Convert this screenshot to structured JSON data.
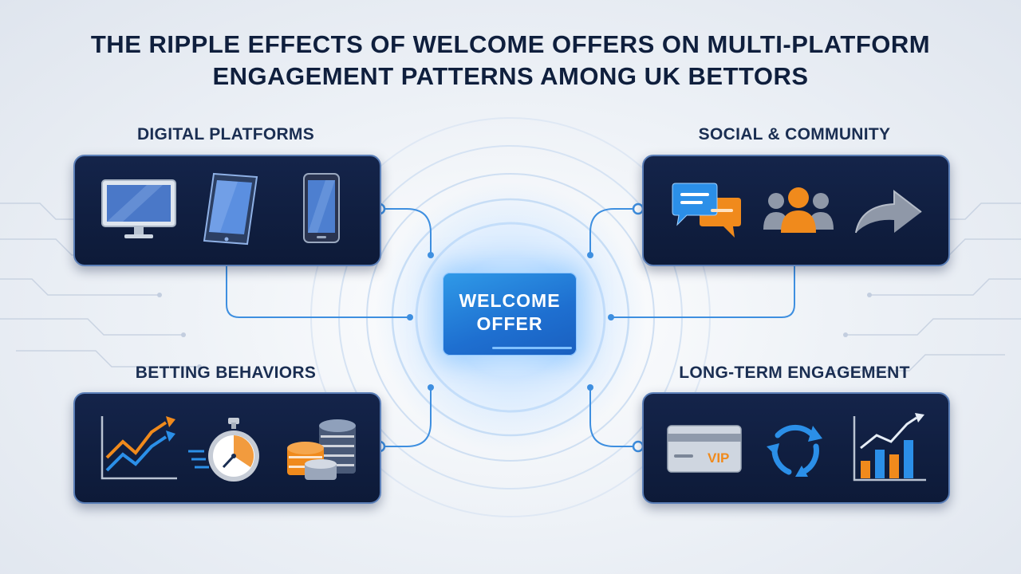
{
  "title": {
    "line1": "THE RIPPLE EFFECTS OF WELCOME OFFERS ON MULTI-PLATFORM",
    "line2": "ENGAGEMENT PATTERNS AMONG UK BETTORS"
  },
  "center": {
    "line1": "WELCOME",
    "line2": "OFFER"
  },
  "groups": {
    "digital": {
      "label": "DIGITAL PLATFORMS",
      "icons": [
        "desktop-monitor-icon",
        "tablet-icon",
        "smartphone-icon"
      ]
    },
    "social": {
      "label": "SOCIAL & COMMUNITY",
      "icons": [
        "chat-bubbles-icon",
        "community-users-icon",
        "share-arrow-icon"
      ]
    },
    "betting": {
      "label": "BETTING BEHAVIORS",
      "icons": [
        "trend-chart-icon",
        "stopwatch-icon",
        "casino-chips-icon"
      ]
    },
    "longterm": {
      "label": "LONG-TERM ENGAGEMENT",
      "icons": [
        "vip-card-icon",
        "refresh-cycle-icon",
        "growth-bar-chart-icon"
      ],
      "vip_text": "VIP"
    }
  },
  "colors": {
    "title": "#0f1f3d",
    "panel": "#0d1a38",
    "panel_border": "#5b7fb8",
    "accent_blue": "#2b8fe8",
    "accent_orange": "#f08a1c",
    "connector": "#3e8fe0"
  }
}
